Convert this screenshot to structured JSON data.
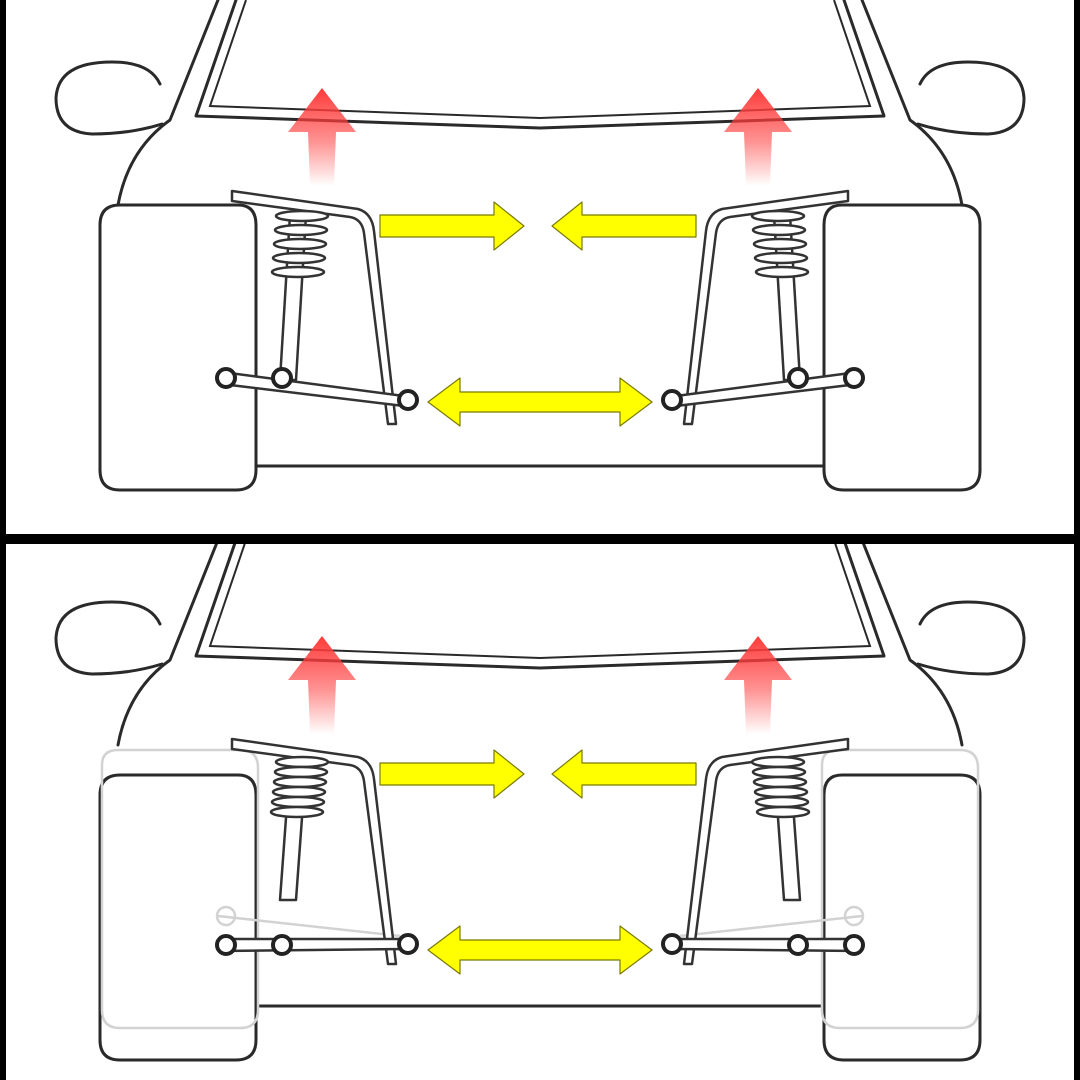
{
  "image": {
    "panels": [
      {
        "id": "panel-top",
        "state": "static"
      },
      {
        "id": "panel-bottom",
        "state": "compressed"
      }
    ],
    "colors": {
      "lift_arrow": "#ff3b3b",
      "force_arrow": "#ffff00",
      "outline": "#2a2a2a",
      "ghost_outline": "#d2d2d2",
      "background": "#ffffff",
      "divider": "#000000"
    },
    "icons": [
      "car-front-outline",
      "coil-spring",
      "shock-absorber",
      "upper-strut-bar",
      "lower-control-arm",
      "pivot-joint",
      "red-up-arrow",
      "yellow-arrow"
    ]
  }
}
